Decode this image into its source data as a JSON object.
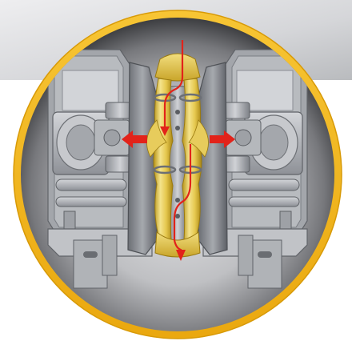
{
  "figure": {
    "subject": "cutaway-pinch-valve-illustration",
    "flow_direction": "top-to-bottom",
    "arrow_count_vertical": 2,
    "arrow_count_horizontal": 2
  },
  "colors": {
    "banner_light": "#e9e9eb",
    "banner_dark": "#bfc0c3",
    "ring": "#f3b71b",
    "ring_edge": "#d99a06",
    "disc_center": "#e2e2e4",
    "disc_edge": "#3f3f42",
    "machine_light": "#c6c8cc",
    "machine_mid": "#9a9da3",
    "machine_dark": "#55585e",
    "sleeve_light": "#f6e79a",
    "sleeve_mid": "#e2c34d",
    "sleeve_dark": "#a98614",
    "arrow": "#e2231a"
  }
}
